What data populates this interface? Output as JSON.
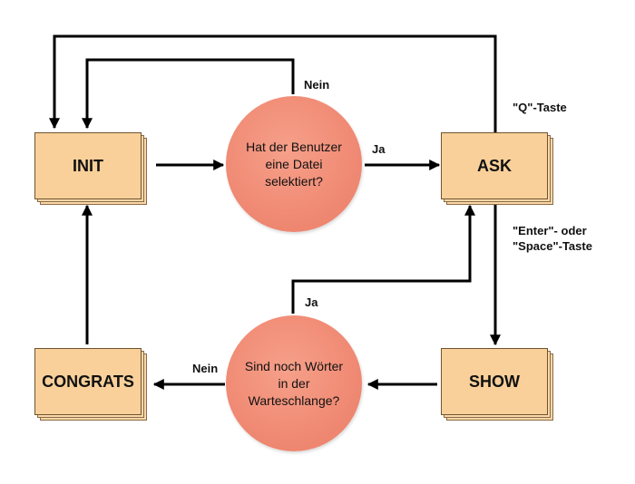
{
  "nodes": {
    "init": "INIT",
    "ask": "ASK",
    "show": "SHOW",
    "congrats": "CONGRATS"
  },
  "decisions": {
    "file_selected": "Hat der Benutzer eine Datei selektiert?",
    "words_in_queue": "Sind noch Wörter in der Warteschlange?"
  },
  "edge_labels": {
    "top_no": "Nein",
    "top_yes": "Ja",
    "q_key": "\"Q\"-Taste",
    "enter_space_line1": "\"Enter\"- oder",
    "enter_space_line2": "\"Space\"-Taste",
    "bottom_yes": "Ja",
    "bottom_no": "Nein"
  },
  "colors": {
    "state_fill": "#f9d09a",
    "decision_fill": "#f08a74",
    "arrow": "#000000"
  }
}
